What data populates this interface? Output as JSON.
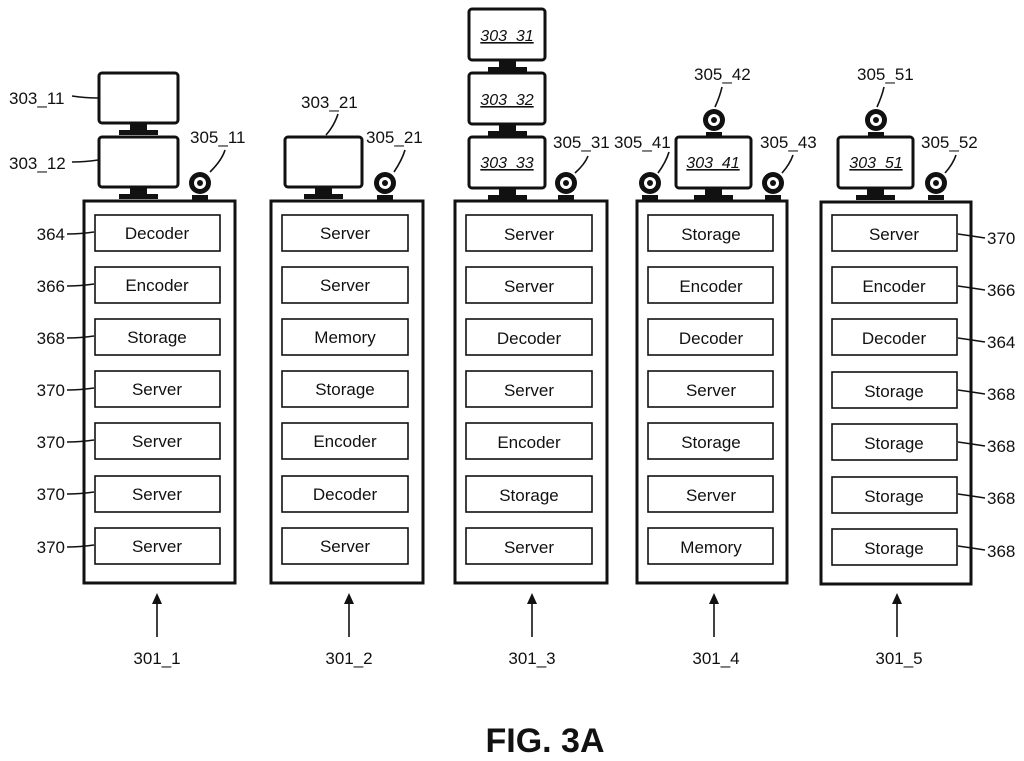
{
  "figure_label": "FIG. 3A",
  "racks": [
    {
      "id": "301_1",
      "units": [
        "Decoder",
        "Encoder",
        "Storage",
        "Server",
        "Server",
        "Server",
        "Server"
      ],
      "unit_refs": [
        "364",
        "366",
        "368",
        "370",
        "370",
        "370",
        "370"
      ],
      "monitor_labels": [
        "303_11",
        "303_12"
      ],
      "monitor_inner": [
        "",
        ""
      ],
      "camera_labels": [
        "305_11"
      ]
    },
    {
      "id": "301_2",
      "units": [
        "Server",
        "Server",
        "Memory",
        "Storage",
        "Encoder",
        "Decoder",
        "Server"
      ],
      "unit_refs": [],
      "monitor_labels": [
        "303_21"
      ],
      "monitor_inner": [
        ""
      ],
      "camera_labels": [
        "305_21"
      ]
    },
    {
      "id": "301_3",
      "units": [
        "Server",
        "Server",
        "Decoder",
        "Server",
        "Encoder",
        "Storage",
        "Server"
      ],
      "unit_refs": [],
      "monitor_labels": [],
      "monitor_inner": [
        "303_31",
        "303_32",
        "303_33"
      ],
      "camera_labels": [
        "305_31"
      ]
    },
    {
      "id": "301_4",
      "units": [
        "Storage",
        "Encoder",
        "Decoder",
        "Server",
        "Storage",
        "Server",
        "Memory"
      ],
      "unit_refs": [],
      "monitor_labels": [],
      "monitor_inner": [
        "303_41"
      ],
      "camera_labels": [
        "305_41",
        "305_42",
        "305_43"
      ]
    },
    {
      "id": "301_5",
      "units": [
        "Server",
        "Encoder",
        "Decoder",
        "Storage",
        "Storage",
        "Storage",
        "Storage"
      ],
      "unit_refs": [
        "370",
        "366",
        "364",
        "368",
        "368",
        "368",
        "368"
      ],
      "monitor_labels": [],
      "monitor_inner": [
        "303_51"
      ],
      "camera_labels": [
        "305_51",
        "305_52"
      ]
    }
  ]
}
